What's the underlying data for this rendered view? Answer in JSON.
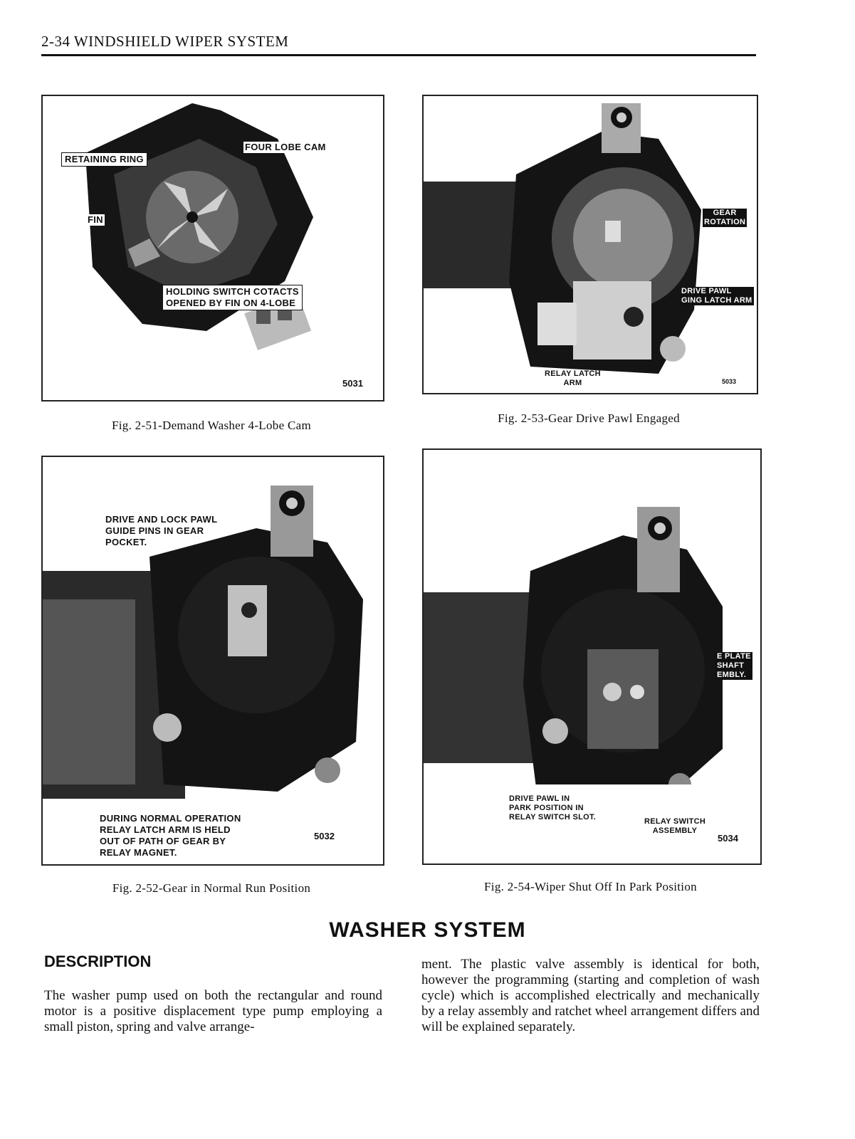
{
  "page": {
    "header": "2-34 WINDSHIELD WIPER SYSTEM"
  },
  "figures": {
    "fig51": {
      "id": "5031",
      "caption": "Fig. 2-51-Demand Washer 4-Lobe Cam",
      "labels": {
        "retaining_ring": "RETAINING RING",
        "four_lobe_cam": "FOUR LOBE CAM",
        "fin": "FIN",
        "holding_1": "HOLDING SWITCH COTACTS",
        "holding_2": "OPENED BY FIN ON 4-LOBE"
      }
    },
    "fig53": {
      "id": "5033",
      "caption": "Fig. 2-53-Gear Drive Pawl Engaged",
      "labels": {
        "gear_1": "GEAR",
        "gear_2": "ROTATION",
        "drive_1": "DRIVE PAWL",
        "drive_2": "GING LATCH ARM",
        "relay_1": "RELAY LATCH",
        "relay_2": "ARM"
      }
    },
    "fig52": {
      "id": "5032",
      "caption": "Fig. 2-52-Gear in Normal Run Position",
      "labels": {
        "top_1": "DRIVE AND LOCK PAWL",
        "top_2": "GUIDE PINS IN GEAR",
        "top_3": "POCKET.",
        "bot_1": "DURING NORMAL OPERATION",
        "bot_2": "RELAY LATCH ARM IS HELD",
        "bot_3": "OUT OF PATH OF GEAR BY",
        "bot_4": "RELAY MAGNET."
      }
    },
    "fig54": {
      "id": "5034",
      "caption": "Fig. 2-54-Wiper Shut Off In Park Position",
      "labels": {
        "plate_1": "E PLATE",
        "plate_2": "SHAFT",
        "plate_3": "EMBLY.",
        "pawl_1": "DRIVE PAWL IN",
        "pawl_2": "PARK POSITION IN",
        "pawl_3": "RELAY SWITCH SLOT.",
        "relay_1": "RELAY SWITCH",
        "relay_2": "ASSEMBLY"
      }
    }
  },
  "section": {
    "title": "WASHER SYSTEM",
    "subhead": "DESCRIPTION",
    "col1": "The washer pump used on both the rectangular and round motor is a positive displacement type pump employing a small piston, spring and valve arrange-",
    "col2": "ment. The plastic valve assembly is identical for both, however the programming (starting and completion of wash cycle) which is accomplished electrically and mechanically by a relay assembly and ratchet wheel arrangement differs and will be explained separately."
  }
}
